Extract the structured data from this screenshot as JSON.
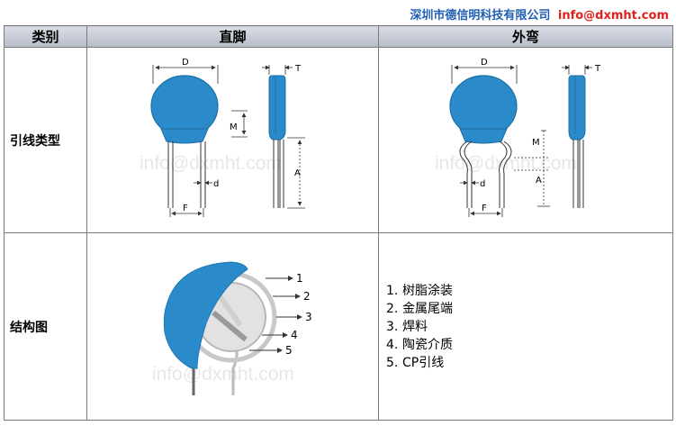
{
  "company": {
    "name": "深圳市德信明科技有限公司",
    "email": "info@dxmht.com"
  },
  "table": {
    "headers": [
      "类别",
      "直脚",
      "外弯"
    ],
    "rows": [
      {
        "category": "引线类型"
      },
      {
        "category": "结构图"
      }
    ]
  },
  "dimensions": {
    "d": "D",
    "t": "T",
    "m": "M",
    "a": "A",
    "small_d": "d",
    "f": "F"
  },
  "watermark": "info@dxmht.com",
  "structure_callouts": [
    "1",
    "2",
    "3",
    "4",
    "5"
  ],
  "parts_list": [
    {
      "num": "1.",
      "label": "树脂涂装"
    },
    {
      "num": "2.",
      "label": "金属尾端"
    },
    {
      "num": "3.",
      "label": "焊料"
    },
    {
      "num": "4.",
      "label": "陶瓷介质"
    },
    {
      "num": "5.",
      "label": "CP引线"
    }
  ],
  "colors": {
    "body_blue": "#2b8ac9",
    "company_blue": "#1f5fb4",
    "email_red": "#e0201c",
    "header_bg": "#c7ccd6"
  }
}
